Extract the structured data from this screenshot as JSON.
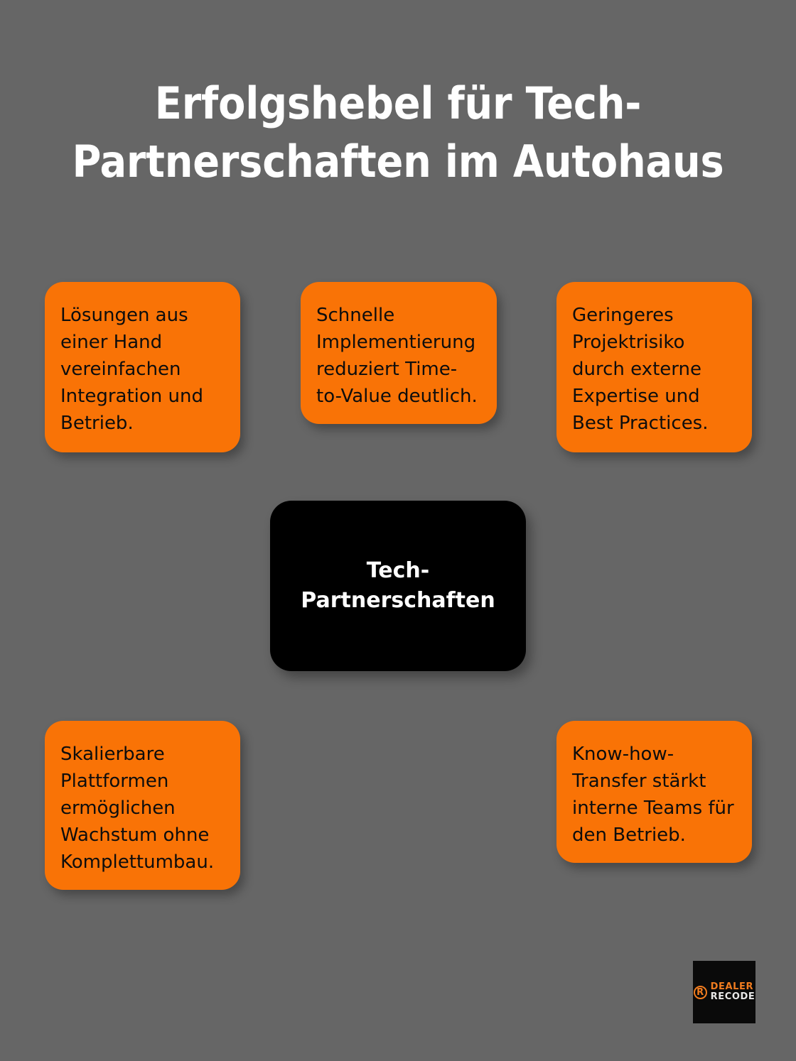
{
  "page": {
    "background_color": "#666666",
    "title": "Erfolgshebel für Tech-Partnerschaften im Autohaus"
  },
  "center": {
    "label": "Tech-Partnerschaften",
    "background_color": "#000000",
    "text_color": "#FFFFFF"
  },
  "nodes": [
    {
      "id": "node-1",
      "text": "Lösungen aus einer Hand vereinfachen Integration und Betrieb.",
      "color": "#F97306"
    },
    {
      "id": "node-2",
      "text": "Schnelle Implementierung reduziert Time-to-Value deutlich.",
      "color": "#F97306"
    },
    {
      "id": "node-3",
      "text": "Geringeres Projektrisiko durch externe Expertise und Best Practices.",
      "color": "#F97306"
    },
    {
      "id": "node-4",
      "text": "Skalierbare Plattformen ermöglichen Wachstum ohne Komplettumbau.",
      "color": "#F97306"
    },
    {
      "id": "node-5",
      "text": "Know-how-Transfer stärkt interne Teams für den Betrieb.",
      "color": "#F97306"
    }
  ],
  "logo": {
    "mark_letter": "R",
    "line1": "DEALER",
    "line2": "RECODE",
    "accent_color": "#F07C1F",
    "background_color": "#0A0A0A"
  }
}
